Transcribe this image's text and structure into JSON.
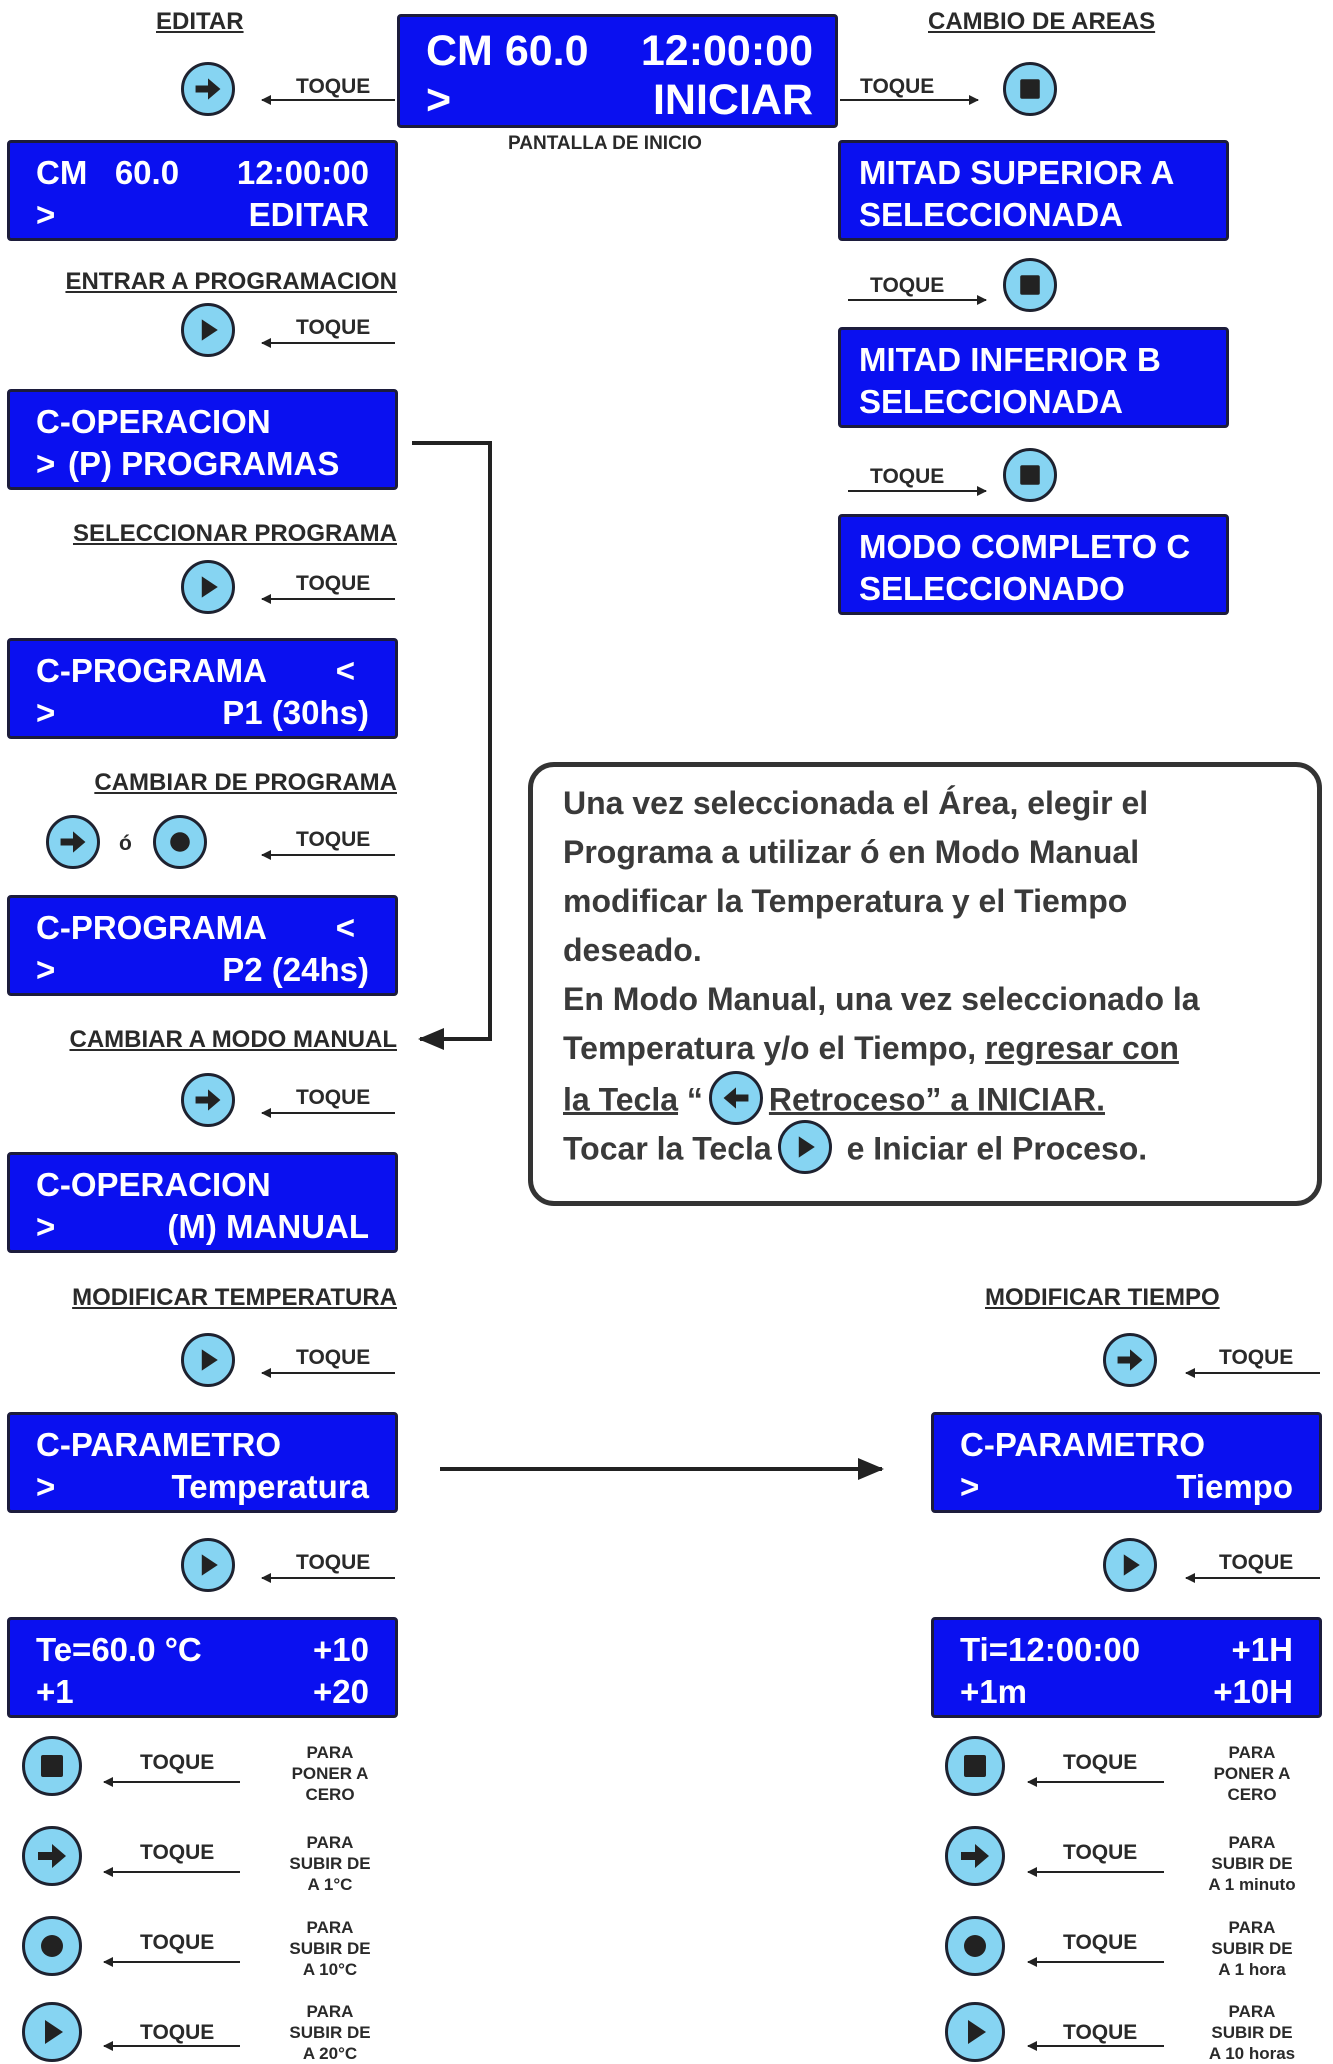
{
  "colors": {
    "lcd_bg": "#0a10f0",
    "lcd_text": "#ffffff",
    "button_fill": "#86d4f2",
    "text": "#2a2a2a"
  },
  "home": {
    "title": "EDITAR",
    "line1_left": "CM 60.0",
    "line1_right": "12:00:00",
    "line2_left": ">",
    "line2_right": "INICIAR",
    "caption": "PANTALLA DE INICIO",
    "touch": "TOQUE"
  },
  "edit": {
    "line1_left": "CM   60.0",
    "line1_right": "12:00:00",
    "line2_left": ">",
    "line2_right": "EDITAR"
  },
  "areas": {
    "title": "CAMBIO DE AREAS",
    "touch": "TOQUE",
    "a_line1": "MITAD SUPERIOR A",
    "a_line2": "SELECCIONADA",
    "b_line1": "MITAD INFERIOR B",
    "b_line2": "SELECCIONADA",
    "c_line1": "MODO COMPLETO C",
    "c_line2": "SELECCIONADO"
  },
  "prog": {
    "enter_title": "ENTRAR A PROGRAMACION",
    "touch": "TOQUE",
    "op_line1": "C-OPERACION",
    "op_line2_left": ">",
    "op_line2_right": "(P) PROGRAMAS",
    "select_title": "SELECCIONAR PROGRAMA",
    "p1_line1_left": "C-PROGRAMA",
    "p1_line1_right": "<",
    "p1_line2_left": ">",
    "p1_line2_right": "P1 (30hs)",
    "change_title": "CAMBIAR DE PROGRAMA",
    "or": "ó",
    "p2_line1_left": "C-PROGRAMA",
    "p2_line1_right": "<",
    "p2_line2_left": ">",
    "p2_line2_right": "P2 (24hs)",
    "manual_title": "CAMBIAR A MODO MANUAL",
    "man_line1": "C-OPERACION",
    "man_line2_left": ">",
    "man_line2_right": "(M) MANUAL"
  },
  "info": {
    "line1": "Una vez seleccionada el Área, elegir el",
    "line2": "Programa a utilizar ó en Modo Manual",
    "line3": "modificar la Temperatura y el Tiempo",
    "line4": "deseado.",
    "line5": "En Modo Manual, una vez seleccionado la",
    "line6a": "Temperatura y/o el Tiempo, ",
    "line6b": "regresar con ",
    "line7a": "la Tecla",
    "line7b": " “",
    "line7c": "Retroceso” a  INICIAR.",
    "line8a": "Tocar la Tecla",
    "line8b": " e Iniciar el Proceso."
  },
  "temp": {
    "title": "MODIFICAR TEMPERATURA",
    "touch": "TOQUE",
    "param_line1": "C-PARAMETRO",
    "param_line2_left": ">",
    "param_line2_right": "Temperatura",
    "val_line1_left": "Te=60.0 °C",
    "val_line1_right": "+10",
    "val_line2_left": "+1",
    "val_line2_right": "+20",
    "actions": [
      {
        "icon": "stop-icon",
        "touch": "TOQUE",
        "l1": "PARA",
        "l2": "PONER A",
        "l3": "CERO"
      },
      {
        "icon": "arrow-right-icon",
        "touch": "TOQUE",
        "l1": "PARA",
        "l2": "SUBIR DE",
        "l3": "A 1°C"
      },
      {
        "icon": "record-icon",
        "touch": "TOQUE",
        "l1": "PARA",
        "l2": "SUBIR DE",
        "l3": "A 10°C"
      },
      {
        "icon": "play-icon",
        "touch": "TOQUE",
        "l1": "PARA",
        "l2": "SUBIR DE",
        "l3": "A 20°C"
      }
    ]
  },
  "time": {
    "title": "MODIFICAR TIEMPO",
    "touch": "TOQUE",
    "param_line1": "C-PARAMETRO",
    "param_line2_left": ">",
    "param_line2_right": "Tiempo",
    "val_line1_left": "Ti=12:00:00",
    "val_line1_right": "+1H",
    "val_line2_left": "+1m",
    "val_line2_right": "+10H",
    "actions": [
      {
        "icon": "stop-icon",
        "touch": "TOQUE",
        "l1": "PARA",
        "l2": "PONER A",
        "l3": "CERO"
      },
      {
        "icon": "arrow-right-icon",
        "touch": "TOQUE",
        "l1": "PARA",
        "l2": "SUBIR DE",
        "l3": "A 1 minuto"
      },
      {
        "icon": "record-icon",
        "touch": "TOQUE",
        "l1": "PARA",
        "l2": "SUBIR DE",
        "l3": "A 1 hora"
      },
      {
        "icon": "play-icon",
        "touch": "TOQUE",
        "l1": "PARA",
        "l2": "SUBIR DE",
        "l3": "A 10 horas"
      }
    ]
  }
}
